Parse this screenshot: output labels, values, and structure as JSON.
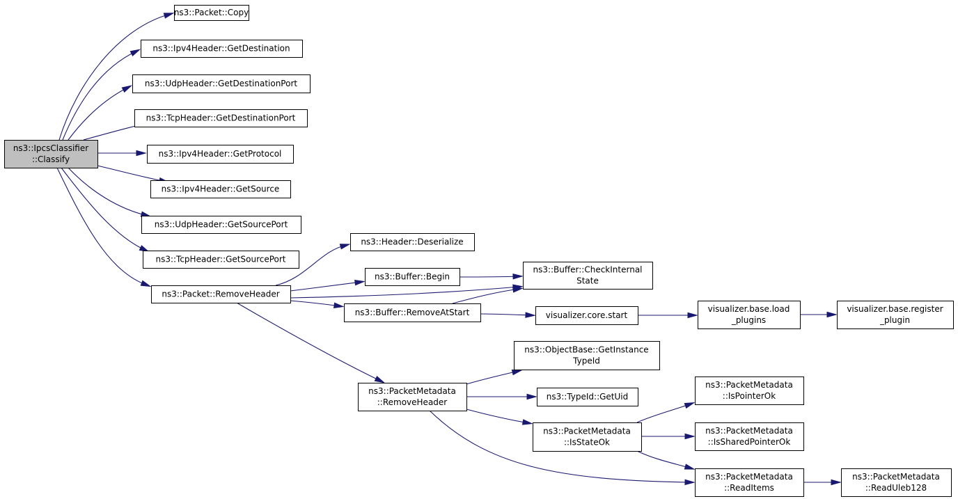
{
  "nodes": [
    {
      "id": "classify",
      "lines": [
        "ns3::IpcsClassifier",
        "::Classify"
      ],
      "root": true
    },
    {
      "id": "copy",
      "lines": [
        "ns3::Packet::Copy"
      ]
    },
    {
      "id": "ipv4dst",
      "lines": [
        "ns3::Ipv4Header::GetDestination"
      ]
    },
    {
      "id": "udpdstport",
      "lines": [
        "ns3::UdpHeader::GetDestinationPort"
      ]
    },
    {
      "id": "tcpdstport",
      "lines": [
        "ns3::TcpHeader::GetDestinationPort"
      ]
    },
    {
      "id": "ipv4proto",
      "lines": [
        "ns3::Ipv4Header::GetProtocol"
      ]
    },
    {
      "id": "ipv4src",
      "lines": [
        "ns3::Ipv4Header::GetSource"
      ]
    },
    {
      "id": "udpsrcport",
      "lines": [
        "ns3::UdpHeader::GetSourcePort"
      ]
    },
    {
      "id": "tcpsrcport",
      "lines": [
        "ns3::TcpHeader::GetSourcePort"
      ]
    },
    {
      "id": "removehdr",
      "lines": [
        "ns3::Packet::RemoveHeader"
      ]
    },
    {
      "id": "deser",
      "lines": [
        "ns3::Header::Deserialize"
      ]
    },
    {
      "id": "begin",
      "lines": [
        "ns3::Buffer::Begin"
      ]
    },
    {
      "id": "checkint",
      "lines": [
        "ns3::Buffer::CheckInternal",
        "State"
      ]
    },
    {
      "id": "removeat",
      "lines": [
        "ns3::Buffer::RemoveAtStart"
      ]
    },
    {
      "id": "vizstart",
      "lines": [
        "visualizer.core.start"
      ]
    },
    {
      "id": "vizload",
      "lines": [
        "visualizer.base.load",
        "_plugins"
      ]
    },
    {
      "id": "vizreg",
      "lines": [
        "visualizer.base.register",
        "_plugin"
      ]
    },
    {
      "id": "pmremove",
      "lines": [
        "ns3::PacketMetadata",
        "::RemoveHeader"
      ]
    },
    {
      "id": "getinst",
      "lines": [
        "ns3::ObjectBase::GetInstance",
        "TypeId"
      ]
    },
    {
      "id": "getuid",
      "lines": [
        "ns3::TypeId::GetUid"
      ]
    },
    {
      "id": "isstate",
      "lines": [
        "ns3::PacketMetadata",
        "::IsStateOk"
      ]
    },
    {
      "id": "isptr",
      "lines": [
        "ns3::PacketMetadata",
        "::IsPointerOk"
      ]
    },
    {
      "id": "isshared",
      "lines": [
        "ns3::PacketMetadata",
        "::IsSharedPointerOk"
      ]
    },
    {
      "id": "readitems",
      "lines": [
        "ns3::PacketMetadata",
        "::ReadItems"
      ]
    },
    {
      "id": "readuleb",
      "lines": [
        "ns3::PacketMetadata",
        "::ReadUleb128"
      ]
    }
  ],
  "edges": [
    [
      "classify",
      "copy"
    ],
    [
      "classify",
      "ipv4dst"
    ],
    [
      "classify",
      "udpdstport"
    ],
    [
      "classify",
      "tcpdstport"
    ],
    [
      "classify",
      "ipv4proto"
    ],
    [
      "classify",
      "ipv4src"
    ],
    [
      "classify",
      "udpsrcport"
    ],
    [
      "classify",
      "tcpsrcport"
    ],
    [
      "classify",
      "removehdr"
    ],
    [
      "removehdr",
      "deser"
    ],
    [
      "removehdr",
      "begin"
    ],
    [
      "removehdr",
      "checkint"
    ],
    [
      "removehdr",
      "removeat"
    ],
    [
      "removehdr",
      "pmremove"
    ],
    [
      "begin",
      "checkint"
    ],
    [
      "removeat",
      "checkint"
    ],
    [
      "removeat",
      "vizstart"
    ],
    [
      "vizstart",
      "vizload"
    ],
    [
      "vizload",
      "vizreg"
    ],
    [
      "pmremove",
      "getinst"
    ],
    [
      "pmremove",
      "getuid"
    ],
    [
      "pmremove",
      "isstate"
    ],
    [
      "pmremove",
      "readitems"
    ],
    [
      "isstate",
      "isptr"
    ],
    [
      "isstate",
      "isshared"
    ],
    [
      "isstate",
      "readitems"
    ],
    [
      "readitems",
      "readuleb"
    ]
  ]
}
